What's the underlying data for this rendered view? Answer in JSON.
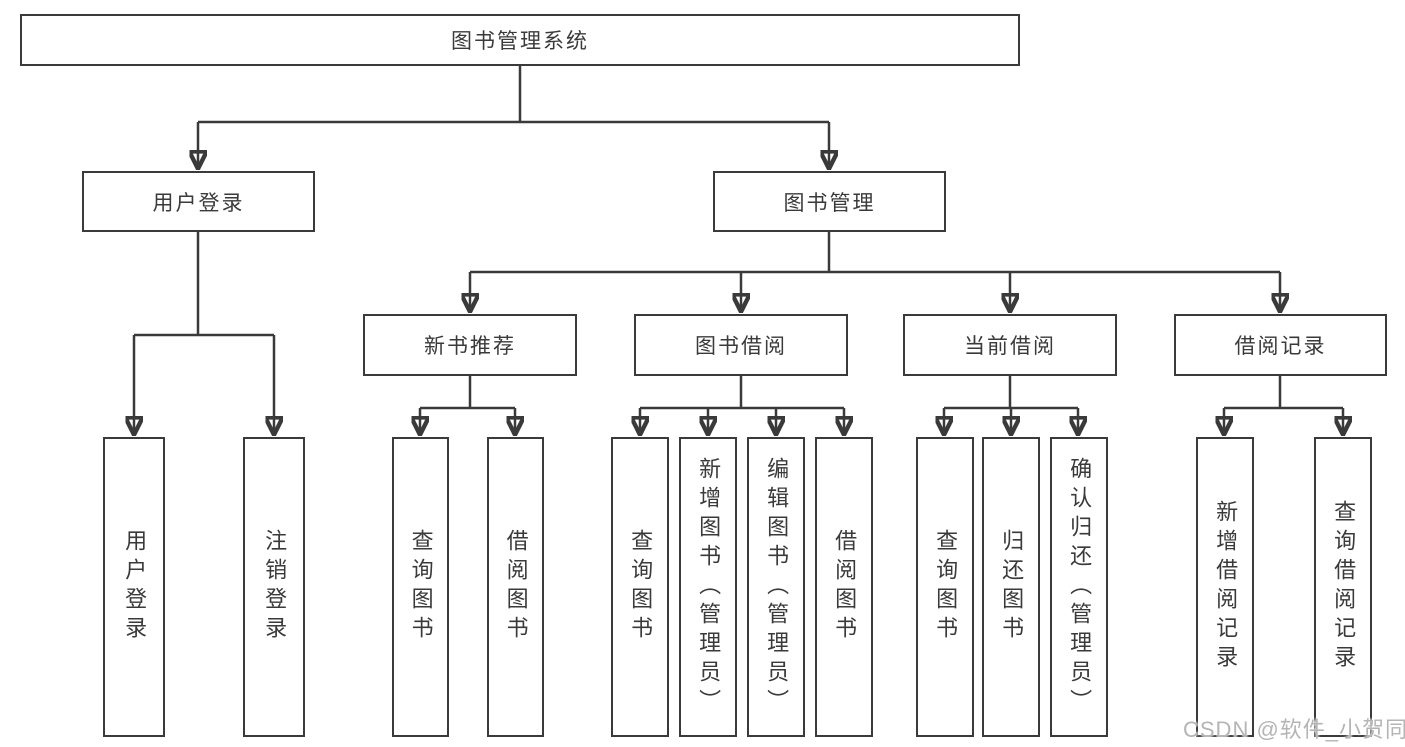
{
  "tree": {
    "root": "图书管理系统",
    "branches": [
      {
        "label": "用户登录",
        "children": [
          {
            "label": "用户登录"
          },
          {
            "label": "注销登录"
          }
        ]
      },
      {
        "label": "图书管理",
        "children": [
          {
            "label": "新书推荐",
            "children": [
              {
                "label": "查询图书"
              },
              {
                "label": "借阅图书"
              }
            ]
          },
          {
            "label": "图书借阅",
            "children": [
              {
                "label": "查询图书"
              },
              {
                "label": "新增图书（管理员）"
              },
              {
                "label": "编辑图书（管理员）"
              },
              {
                "label": "借阅图书"
              }
            ]
          },
          {
            "label": "当前借阅",
            "children": [
              {
                "label": "查询图书"
              },
              {
                "label": "归还图书"
              },
              {
                "label": "确认归还（管理员）"
              }
            ]
          },
          {
            "label": "借阅记录",
            "children": [
              {
                "label": "新增借阅记录"
              },
              {
                "label": "查询借阅记录"
              }
            ]
          }
        ]
      }
    ]
  },
  "watermark": {
    "text": "CSDN @软件_小贺同学"
  },
  "colors": {
    "line": "#3a3a3a",
    "text": "#3a3a3a",
    "background": "#ffffff",
    "watermark": "#b5b5b5"
  }
}
